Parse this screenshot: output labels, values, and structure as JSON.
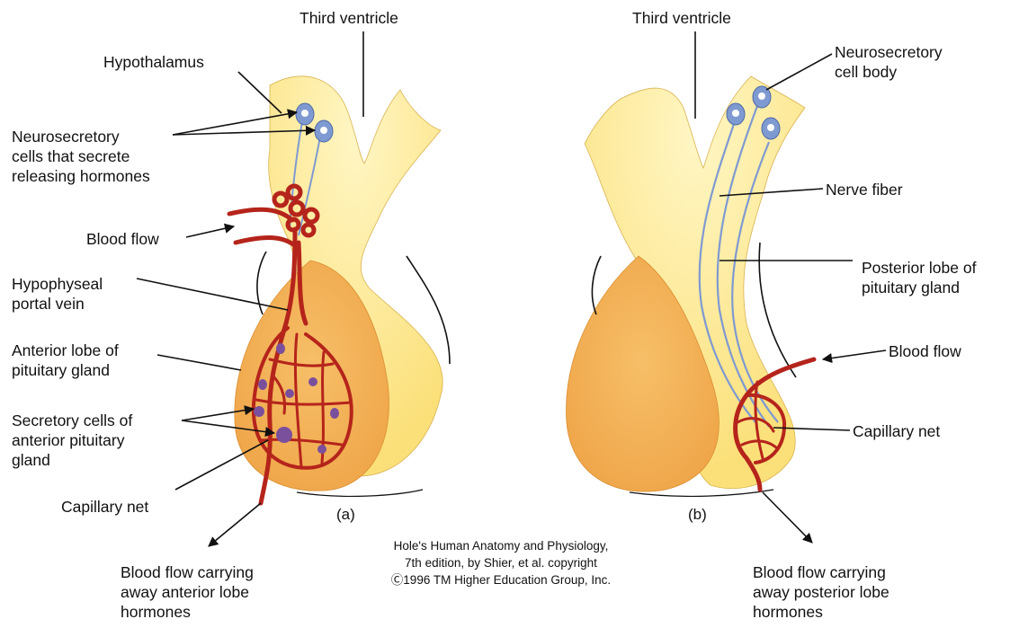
{
  "colors": {
    "hypothalamus_fill": "#fbe07a",
    "hypothalamus_glow": "#fff6c4",
    "anterior_lobe_fill": "#f5b85c",
    "posterior_lobe_fill": "#fde28a",
    "blood_vessel": "#b5241b",
    "neuron": "#7f9ad1",
    "secretory_cell": "#7a4f9c",
    "leader_line": "#111111"
  },
  "panel_a": {
    "third_ventricle": "Third ventricle",
    "hypothalamus": "Hypothalamus",
    "neurosecretory_cells": "Neurosecretory\ncells that secrete\nreleasing hormones",
    "blood_flow": "Blood flow",
    "portal_vein": "Hypophyseal\nportal vein",
    "anterior_lobe": "Anterior lobe of\npituitary gland",
    "secretory_cells": "Secretory cells of\nanterior pituitary\ngland",
    "capillary_net": "Capillary net",
    "caption": "(a)",
    "blood_out": "Blood flow carrying\naway anterior lobe\nhormones"
  },
  "panel_b": {
    "third_ventricle": "Third ventricle",
    "cell_body": "Neurosecretory\ncell body",
    "nerve_fiber": "Nerve fiber",
    "posterior_lobe": "Posterior lobe of\npituitary gland",
    "blood_flow": "Blood flow",
    "capillary_net": "Capillary net",
    "caption": "(b)",
    "blood_out": "Blood flow carrying\naway posterior lobe\nhormones"
  },
  "credit": "Hole's Human Anatomy and Physiology,\n7th edition, by Shier, et al. copyright\nⒸ1996 TM Higher Education Group, Inc."
}
